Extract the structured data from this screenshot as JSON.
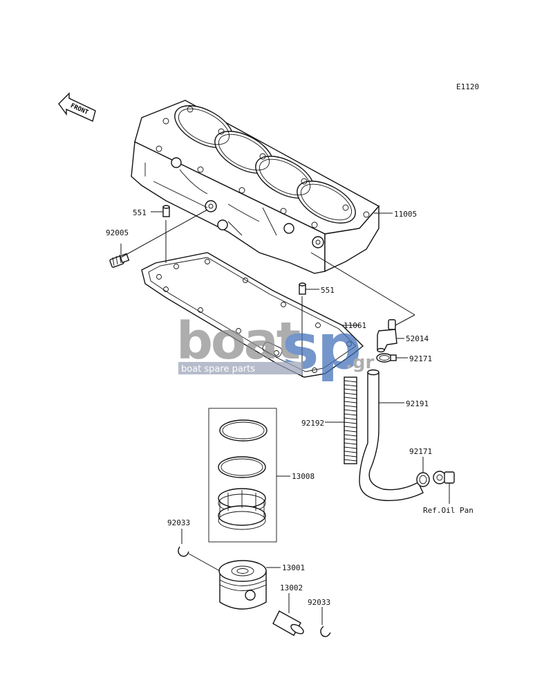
{
  "diagram_code": "E1120",
  "front_label": "FRONT",
  "watermark": {
    "brand_main": "boat",
    "brand_accent": "sp",
    "brand_tld": ".gr",
    "tagline": "boat spare parts"
  },
  "callouts": {
    "c11005": "11005",
    "c551a": "551",
    "c92005": "92005",
    "c551b": "551",
    "c11061": "11061",
    "c52014": "52014",
    "c92171a": "92171",
    "c92191": "92191",
    "c92192": "92192",
    "c92171b": "92171",
    "ref_oil_pan": "Ref.Oil Pan",
    "c13008": "13008",
    "c92033a": "92033",
    "c13001": "13001",
    "c13002": "13002",
    "c92033b": "92033"
  }
}
